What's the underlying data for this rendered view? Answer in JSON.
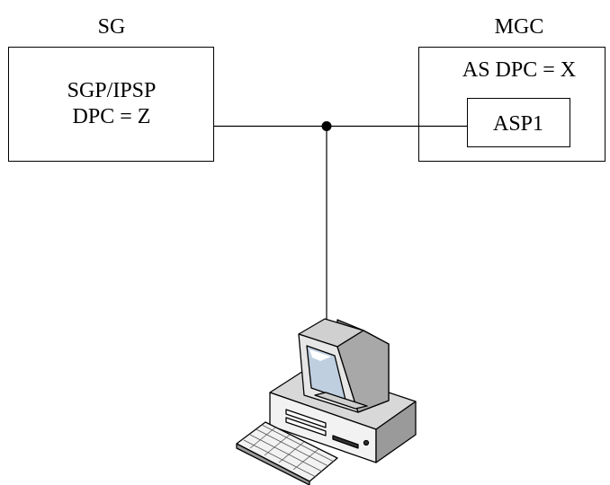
{
  "sg": {
    "title": "SG",
    "box_line1": "SGP/IPSP",
    "box_line2": "DPC = Z"
  },
  "mgc": {
    "title": "MGC",
    "box_line1": "AS  DPC = X",
    "asp_label": "ASP1"
  },
  "colors": {
    "line": "#000000",
    "background": "#ffffff"
  },
  "icons": {
    "workstation": "computer-icon"
  }
}
